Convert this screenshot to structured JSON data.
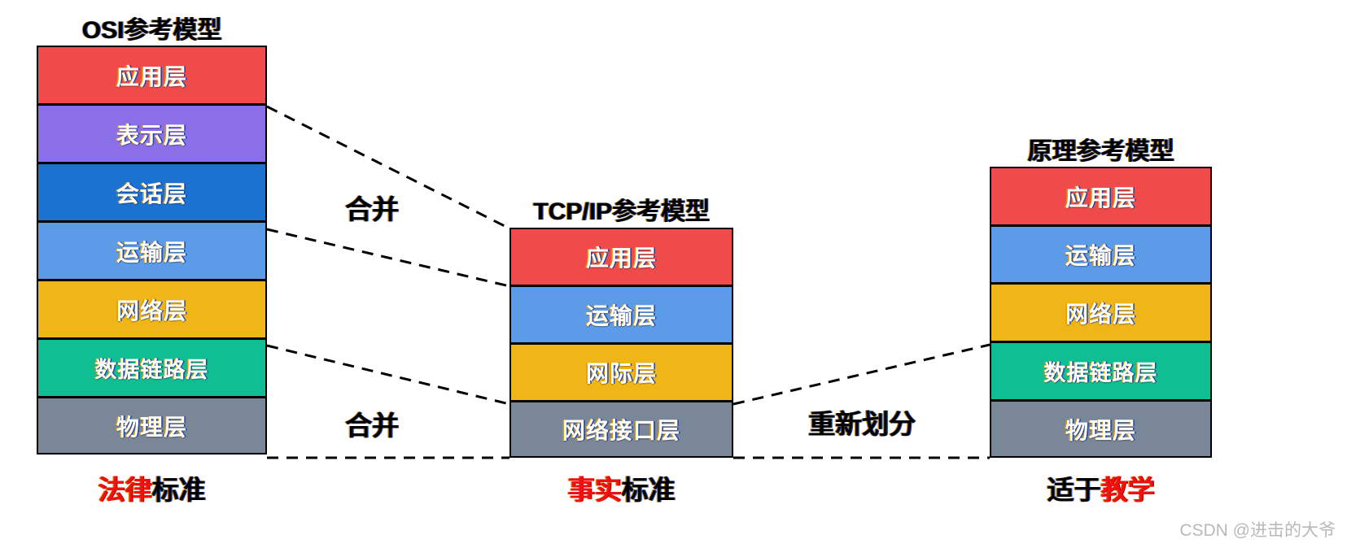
{
  "diagram": {
    "title_hidden": "",
    "annotations": [
      {
        "id": "merge-upper",
        "text": "合并"
      },
      {
        "id": "merge-lower",
        "text": "合并"
      },
      {
        "id": "redivide",
        "text": "重新划分"
      }
    ]
  },
  "osi_model": {
    "title": "OSI参考模型",
    "layers": [
      {
        "label": "应用层",
        "color": "#F04A4A"
      },
      {
        "label": "表示层",
        "color": "#8B6FE8"
      },
      {
        "label": "会话层",
        "color": "#1C72D1"
      },
      {
        "label": "运输层",
        "color": "#5B9BE8"
      },
      {
        "label": "网络层",
        "color": "#F0B618"
      },
      {
        "label": "数据链路层",
        "color": "#0FBF93"
      },
      {
        "label": "物理层",
        "color": "#7A8799"
      }
    ],
    "caption": {
      "red": "法律",
      "black": "标准"
    }
  },
  "tcpip_model": {
    "title": "TCP/IP参考模型",
    "layers": [
      {
        "label": "应用层",
        "color": "#F04A4A"
      },
      {
        "label": "运输层",
        "color": "#5B9BE8"
      },
      {
        "label": "网际层",
        "color": "#F0B618"
      },
      {
        "label": "网络接口层",
        "color": "#7A8799"
      }
    ],
    "caption": {
      "red": "事实",
      "black": "标准"
    }
  },
  "principle_model": {
    "title": "原理参考模型",
    "layers": [
      {
        "label": "应用层",
        "color": "#F04A4A"
      },
      {
        "label": "运输层",
        "color": "#5B9BE8"
      },
      {
        "label": "网络层",
        "color": "#F0B618"
      },
      {
        "label": "数据链路层",
        "color": "#0FBF93"
      },
      {
        "label": "物理层",
        "color": "#7A8799"
      }
    ],
    "caption": {
      "black": "适于",
      "red": "教学"
    }
  },
  "watermark": {
    "text": "CSDN @进击的大爷"
  },
  "palette": {
    "red": "#F04A4A",
    "purple": "#8B6FE8",
    "blue_dark": "#1C72D1",
    "blue_light": "#5B9BE8",
    "amber": "#F0B618",
    "teal": "#0FBF93",
    "gray": "#7A8799",
    "accent_red_text": "#ee1111",
    "stroke": "#000000",
    "background": "#ffffff"
  }
}
